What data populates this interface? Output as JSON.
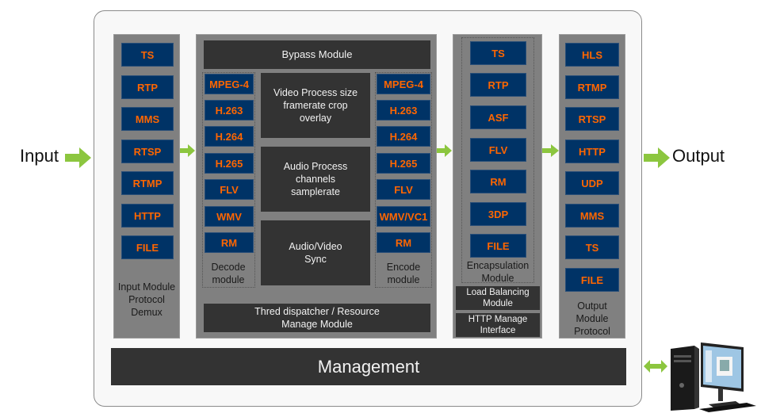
{
  "labels": {
    "input": "Input",
    "output": "Output",
    "management": "Management"
  },
  "input_module": {
    "items": [
      "TS",
      "RTP",
      "MMS",
      "RTSP",
      "RTMP",
      "HTTP",
      "FILE"
    ],
    "caption": [
      "Input Module",
      "Protocol",
      "Demux"
    ]
  },
  "processing": {
    "bypass": "Bypass Module",
    "decode": {
      "items": [
        "MPEG-4",
        "H.263",
        "H.264",
        "H.265",
        "FLV",
        "WMV",
        "RM"
      ],
      "caption": [
        "Decode",
        "module"
      ]
    },
    "encode": {
      "items": [
        "MPEG-4",
        "H.263",
        "H.264",
        "H.265",
        "FLV",
        "WMV/VC1",
        "RM"
      ],
      "caption": [
        "Encode",
        "module"
      ]
    },
    "video_process": [
      "Video Process size",
      "framerate crop",
      "overlay"
    ],
    "audio_process": [
      "Audio Process",
      "channels",
      "samplerate"
    ],
    "av_sync": [
      "Audio/Video",
      "Sync"
    ],
    "dispatcher": [
      "Thred dispatcher / Resource",
      "Manage Module"
    ]
  },
  "encapsulation": {
    "items": [
      "TS",
      "RTP",
      "ASF",
      "FLV",
      "RM",
      "3DP",
      "FILE"
    ],
    "caption": [
      "Encapsulation",
      "Module"
    ],
    "load_balancing": [
      "Load Balancing",
      "Module"
    ],
    "http_manage": [
      "HTTP Manage",
      "Interface"
    ]
  },
  "output_module": {
    "items": [
      "HLS",
      "RTMP",
      "RTSP",
      "HTTP",
      "UDP",
      "MMS",
      "TS",
      "FILE"
    ],
    "caption": [
      "Output",
      "Module",
      "Protocol"
    ]
  },
  "colors": {
    "chip_bg": "#003366",
    "chip_text": "#ff6600",
    "arrow": "#8cc63f",
    "dark_box": "#333333",
    "column": "#808080"
  }
}
